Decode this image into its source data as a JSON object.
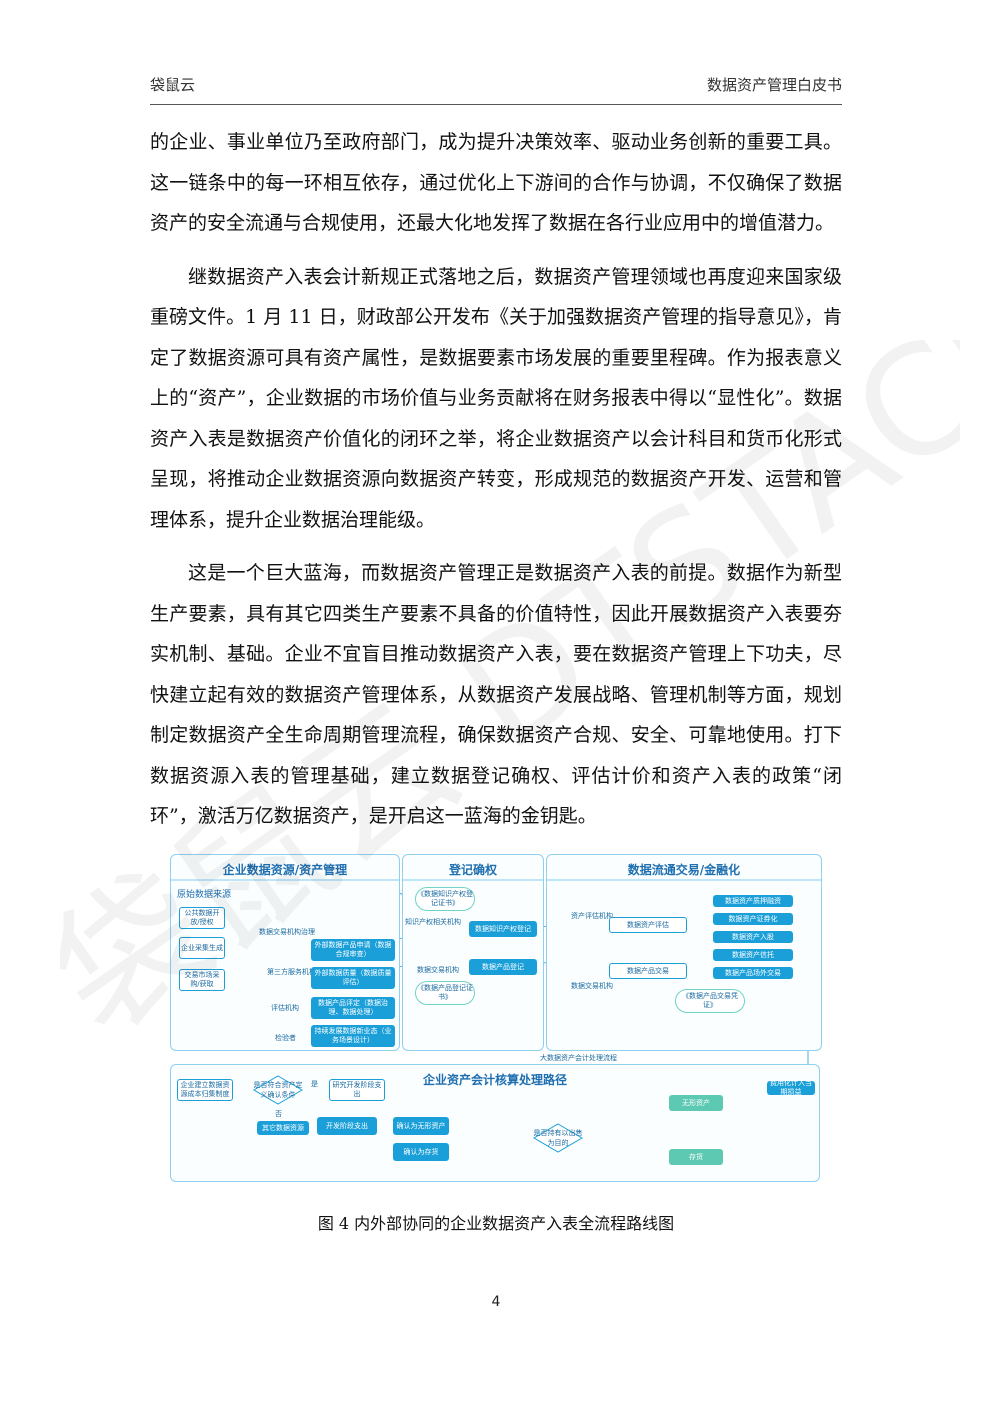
{
  "header": {
    "left": "袋鼠云",
    "right": "数据资产管理白皮书"
  },
  "paragraphs": [
    "的企业、事业单位乃至政府部门，成为提升决策效率、驱动业务创新的重要工具。这一链条中的每一环相互依存，通过优化上下游间的合作与协调，不仅确保了数据资产的安全流通与合规使用，还最大化地发挥了数据在各行业应用中的增值潜力。",
    "继数据资产入表会计新规正式落地之后，数据资产管理领域也再度迎来国家级重磅文件。1 月 11 日，财政部公开发布《关于加强数据资产管理的指导意见》，肯定了数据资源可具有资产属性，是数据要素市场发展的重要里程碑。作为报表意义上的“资产”，企业数据的市场价值与业务贡献将在财务报表中得以“显性化”。数据资产入表是数据资产价值化的闭环之举，将企业数据资产以会计科目和货币化形式呈现，将推动企业数据资源向数据资产转变，形成规范的数据资产开发、运营和管理体系，提升企业数据治理能级。",
    "这是一个巨大蓝海，而数据资产管理正是数据资产入表的前提。数据作为新型生产要素，具有其它四类生产要素不具备的价值特性，因此开展数据资产入表要夯实机制、基础。企业不宜盲目推动数据资产入表，要在数据资产管理上下功夫，尽快建立起有效的数据资产管理体系，从数据资产发展战略、管理机制等方面，规划制定数据资产全生命周期管理流程，确保数据资产合规、安全、可靠地使用。打下数据资源入表的管理基础，建立数据登记确权、评估计价和资产入表的政策“闭环”，激活万亿数据资产，是开启这一蓝海的金钥匙。"
  ],
  "figure": {
    "panel1": {
      "title": "企业数据资源/资产管理",
      "source_label": "原始数据来源",
      "sources": [
        "公共数据开放/授权",
        "企业采集生成",
        "交易市场采购/获取"
      ],
      "middle_labels": [
        "数据交易机构治理",
        "第三方服务机构",
        "评估机构",
        "检验者"
      ],
      "steps": [
        "外部数据产品申请（数据合规审查）",
        "外部数据质量（数据质量评估）",
        "数据产品评定（数据治理、数据处理）",
        "持续发展数据新业态（业务场景设计）"
      ]
    },
    "panel2": {
      "title": "登记确权",
      "items": [
        "《数据知识产权登记证书》",
        "数据知识产权登记",
        "数据产品登记",
        "《数据产品登记证书》"
      ],
      "labels": [
        "知识产权相关机构",
        "数据交易机构"
      ]
    },
    "panel3": {
      "title": "数据流通交易/金融化",
      "labels": [
        "资产评估机构",
        "数据交易机构"
      ],
      "items": [
        "数据资产评估",
        "数据产品交易",
        "《数据产品交易凭证》",
        "数据资产质押融资",
        "数据资产证券化",
        "数据资产入股",
        "数据资产信托",
        "数据产品场外交易"
      ]
    },
    "panel4": {
      "title": "企业资产会计核算处理路径",
      "items": [
        "企业建立数据资源成本归集制度",
        "是否符合资产定义确认条件",
        "研究开发阶段支出",
        "其它数据资源",
        "开发阶段支出",
        "确认为无形资产",
        "确认为存货",
        "是否持有以出售为目的",
        "无形资产",
        "存货",
        "费用化计入当期损益"
      ],
      "yes": "是",
      "no": "否"
    },
    "flow_note": "大数据资产会计处理流程"
  },
  "caption": "图 4  内外部协同的企业数据资产入表全流程路线图",
  "page_number": "4",
  "watermark": "袋鼠云 DTSTACK",
  "colors": {
    "accent": "#1a9fd9",
    "teal": "#5ec9b2",
    "border": "#8fd0ee",
    "title": "#1f6fb0"
  }
}
